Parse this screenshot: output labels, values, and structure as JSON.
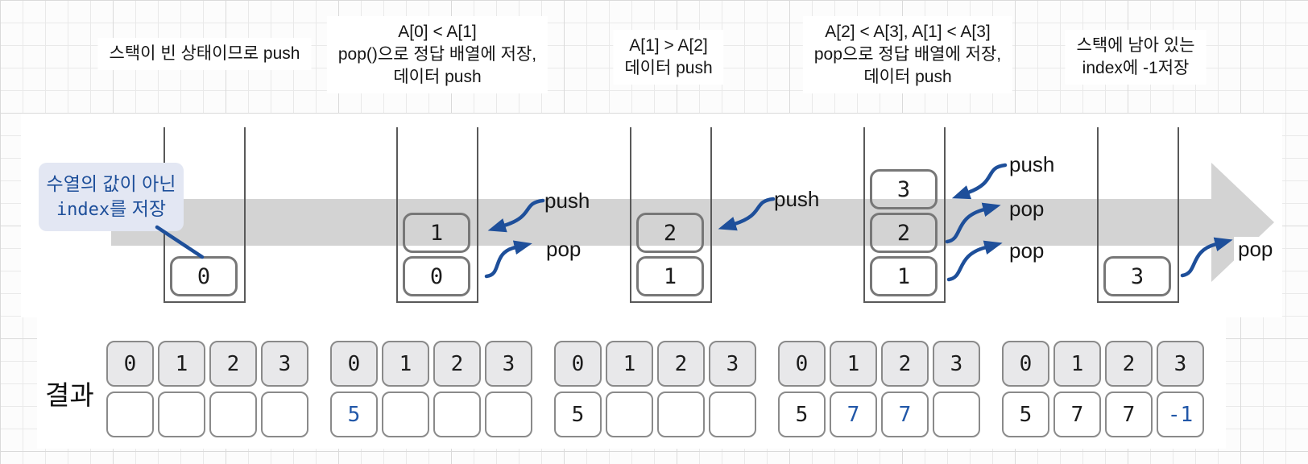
{
  "annotations": [
    {
      "lines": [
        "스택이 빈 상태이므로 push"
      ]
    },
    {
      "lines": [
        "A[0] < A[1]",
        "pop()으로 정답 배열에 저장,",
        "데이터 push"
      ]
    },
    {
      "lines": [
        "A[1] > A[2]",
        "데이터 push"
      ]
    },
    {
      "lines": [
        "A[2] < A[3], A[1] < A[3]",
        "pop으로 정답 배열에 저장,",
        "데이터 push"
      ]
    },
    {
      "lines": [
        "스택에 남아 있는",
        "index에 -1저장"
      ]
    }
  ],
  "callout": {
    "line1": "수열의 값이 아닌",
    "line2_code": "index",
    "line2_rest": "를 저장"
  },
  "stacks": [
    {
      "items": [
        "0"
      ]
    },
    {
      "items": [
        "0",
        "1"
      ]
    },
    {
      "items": [
        "1",
        "2"
      ]
    },
    {
      "items": [
        "1",
        "2",
        "3"
      ]
    },
    {
      "items": [
        "3"
      ]
    }
  ],
  "arrow_labels": {
    "s2_push": "push",
    "s2_pop": "pop",
    "s3_push": "push",
    "s4_push": "push",
    "s4_pop1": "pop",
    "s4_pop2": "pop",
    "s5_pop": "pop"
  },
  "results": {
    "label": "결과",
    "index_header": [
      "0",
      "1",
      "2",
      "3"
    ],
    "groups": [
      {
        "values": [
          "",
          "",
          "",
          ""
        ],
        "blue": []
      },
      {
        "values": [
          "5",
          "",
          "",
          ""
        ],
        "blue": [
          0
        ]
      },
      {
        "values": [
          "5",
          "",
          "",
          ""
        ],
        "blue": []
      },
      {
        "values": [
          "5",
          "7",
          "7",
          ""
        ],
        "blue": [
          1,
          2
        ]
      },
      {
        "values": [
          "5",
          "7",
          "7",
          "-1"
        ],
        "blue": [
          3
        ]
      }
    ]
  },
  "colors": {
    "accent_blue": "#1e4f9a",
    "band_gray": "#d3d3d3",
    "callout_bg": "#e3e7f3"
  }
}
